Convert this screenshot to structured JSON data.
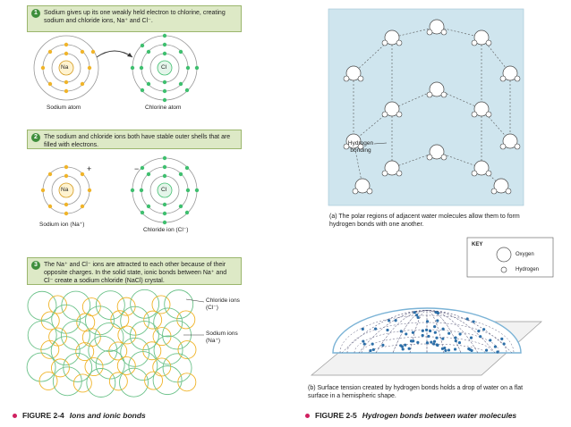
{
  "left": {
    "step1": {
      "num": "1",
      "text": "Sodium gives up its one weakly held electron to chlorine, creating sodium and chloride ions, Na⁺ and Cl⁻."
    },
    "step2": {
      "num": "2",
      "text": "The sodium and chloride ions both have stable outer shells that are filled with electrons."
    },
    "step3": {
      "num": "3",
      "text": "The Na⁺ and Cl⁻ ions are attracted to each other because of their opposite charges. In the solid state, ionic bonds between Na⁺ and Cl⁻ create a sodium chloride (NaCl) crystal."
    },
    "na_symbol": "Na",
    "cl_symbol": "Cl",
    "sodium_atom": "Sodium atom",
    "chlorine_atom": "Chlorine atom",
    "sodium_ion": "Sodium ion (Na⁺)",
    "chloride_ion": "Chloride ion (Cl⁻)",
    "plus": "+",
    "minus": "−",
    "chloride_ions_label": "Chloride ions (Cl⁻)",
    "sodium_ions_label": "Sodium ions (Na⁺)",
    "figure_num": "FIGURE 2-4",
    "figure_title": "Ions and ionic bonds"
  },
  "right": {
    "hydrogen_bonding_label": "Hydrogen bonding",
    "caption_a": "(a) The polar regions of adjacent water molecules allow them to form hydrogen bonds with one another.",
    "key_title": "KEY",
    "key_oxygen": "Oxygen",
    "key_hydrogen": "Hydrogen",
    "caption_b": "(b) Surface tension created by hydrogen bonds holds a drop of water on a flat surface in a hemispheric shape.",
    "figure_num": "FIGURE 2-5",
    "figure_title": "Hydrogen bonds between water molecules"
  },
  "colors": {
    "step_box": "#dde9c6",
    "step_border": "#9bb66d",
    "step_number": "#3e8e3b",
    "sodium_electron": "#f0b429",
    "chlorine_electron": "#3fbf6f",
    "water_panel": "#cfe5ee",
    "hydrogen_dot": "#2d6fa8",
    "figure_bullet": "#d02060"
  }
}
